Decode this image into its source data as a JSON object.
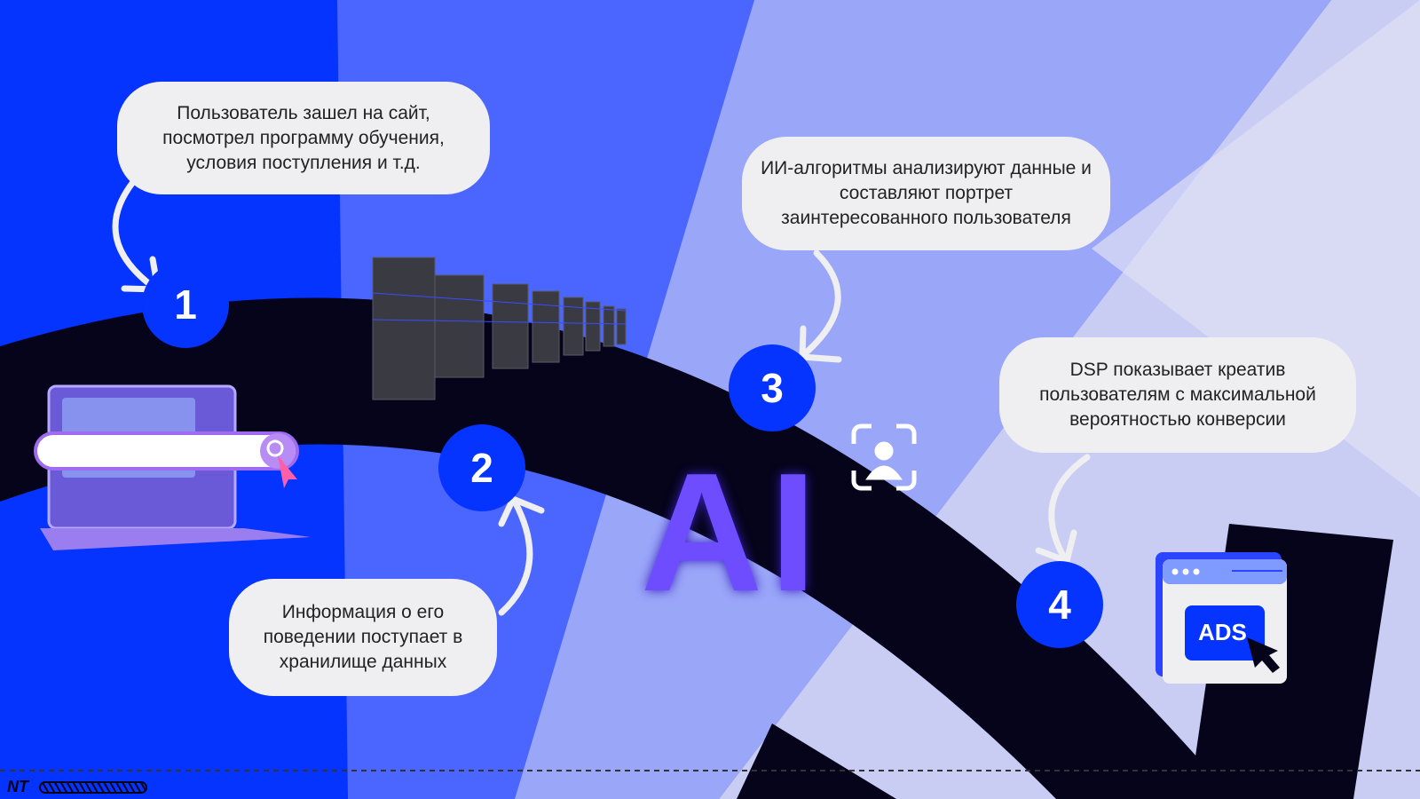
{
  "steps": [
    {
      "number": "1",
      "text": "Пользователь зашел на сайт, посмотрел программу обучения, условия поступления и т.д."
    },
    {
      "number": "2",
      "text": "Информация о его поведении поступает в хранилище данных"
    },
    {
      "number": "3",
      "text": "ИИ-алгоритмы анализируют данные и составляют портрет заинтересованного пользователя"
    },
    {
      "number": "4",
      "text": "DSP показывает креатив пользователям с максимальной вероятностью конверсии"
    }
  ],
  "ai_label": "AI",
  "ads_label": "ADS",
  "logo": "NT",
  "colors": {
    "brand_blue": "#0533ff",
    "bubble": "#efeff1",
    "arc": "#05041a"
  }
}
